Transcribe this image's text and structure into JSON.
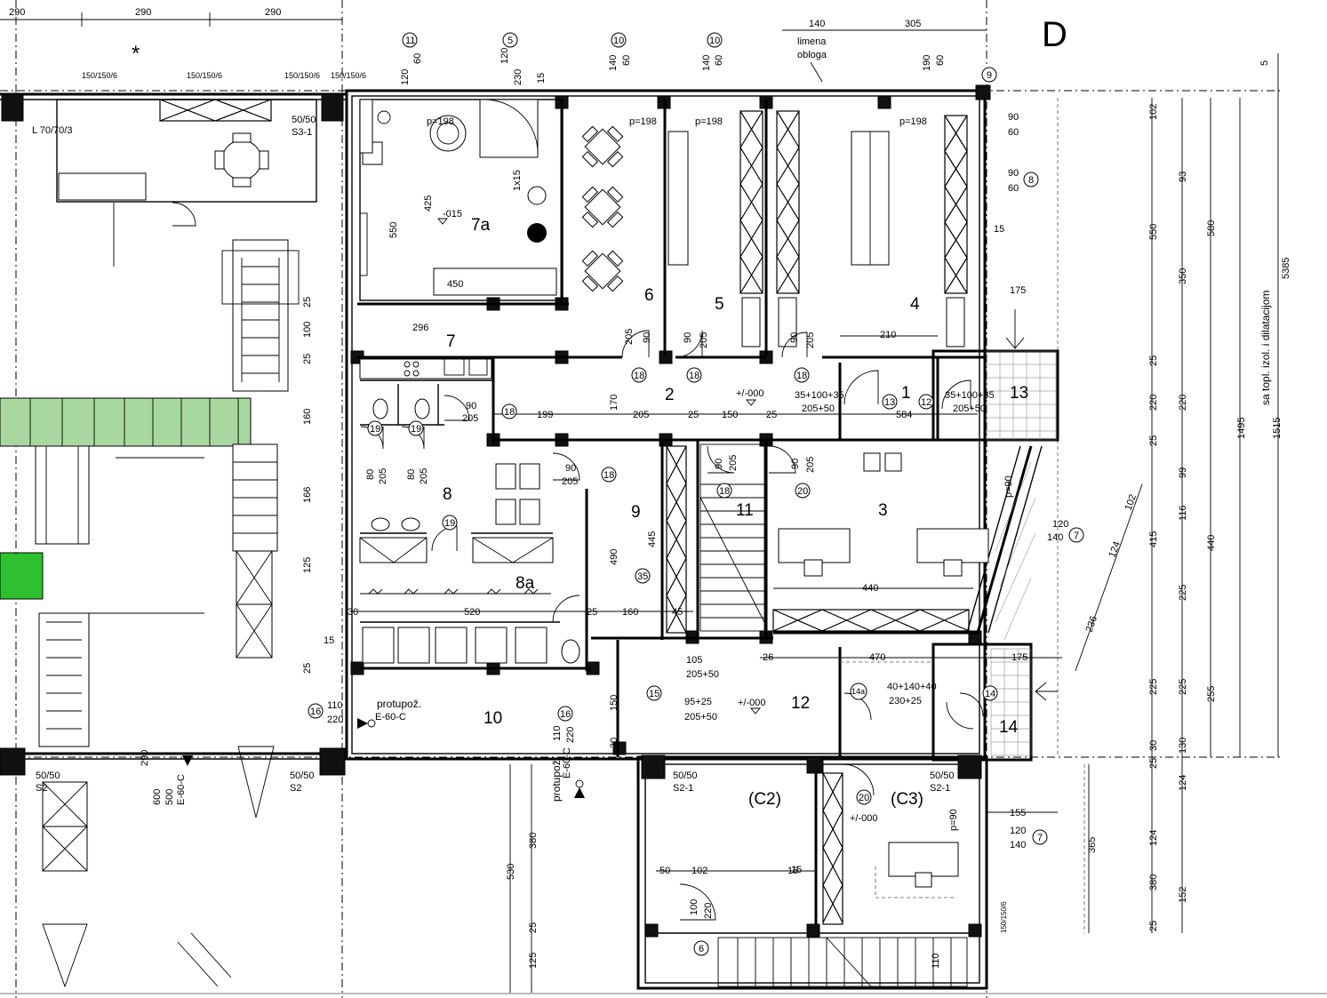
{
  "plan": {
    "axis_label": "D",
    "star_marker": "*",
    "rooms": [
      {
        "id": "r1",
        "label": "1"
      },
      {
        "id": "r2",
        "label": "2"
      },
      {
        "id": "r3",
        "label": "3"
      },
      {
        "id": "r4",
        "label": "4"
      },
      {
        "id": "r5",
        "label": "5"
      },
      {
        "id": "r6",
        "label": "6"
      },
      {
        "id": "r7",
        "label": "7"
      },
      {
        "id": "r7a",
        "label": "7a"
      },
      {
        "id": "r8",
        "label": "8"
      },
      {
        "id": "r8a",
        "label": "8a"
      },
      {
        "id": "r9",
        "label": "9"
      },
      {
        "id": "r10",
        "label": "10"
      },
      {
        "id": "r11",
        "label": "11"
      },
      {
        "id": "r12",
        "label": "12"
      },
      {
        "id": "r13",
        "label": "13"
      },
      {
        "id": "r14",
        "label": "14"
      },
      {
        "id": "rc2",
        "label": "(C2)"
      },
      {
        "id": "rc3",
        "label": "(C3)"
      }
    ],
    "annotations": [
      "limena",
      "obloga",
      "protupož.",
      "E-60-C",
      "protupož.",
      "E-60-C",
      "E-60-C",
      "L 70/70/3",
      "150/150/6",
      "150/150/6",
      "150/150/6",
      "150/150/6",
      "50/50",
      "S3-1",
      "50/50",
      "S2",
      "50/50",
      "S2",
      "50/50",
      "S2-1",
      "50/50",
      "S2-1",
      "p=198",
      "p=198",
      "p=198",
      "p=198",
      "p=90",
      "p=90",
      "sa topl. izol. i dilatacijom",
      "35+100+35",
      "205+50",
      "35+100+35",
      "205+50",
      "40+140+40",
      "230+25",
      "105",
      "205+50",
      "95+25",
      "205+50",
      "+/-000",
      "+/-000",
      "+/-000",
      "-015",
      "1x15"
    ],
    "dimensions": [
      "290",
      "290",
      "290",
      "140",
      "305",
      "5",
      "120",
      "60",
      "120",
      "230",
      "140",
      "60",
      "140",
      "60",
      "190",
      "60",
      "15",
      "425",
      "550",
      "450",
      "296",
      "102",
      "93",
      "580",
      "550",
      "350",
      "5385",
      "1495",
      "1515",
      "90",
      "60",
      "90",
      "60",
      "15",
      "175",
      "205",
      "90",
      "90",
      "205",
      "90",
      "205",
      "210",
      "170",
      "205",
      "25",
      "150",
      "25",
      "199",
      "584",
      "90",
      "205",
      "90",
      "205",
      "80",
      "205",
      "80",
      "205",
      "90",
      "205",
      "90",
      "205",
      "445",
      "490",
      "440",
      "25",
      "220",
      "220",
      "25",
      "99",
      "116",
      "415",
      "440",
      "225",
      "120",
      "140",
      "102",
      "124",
      "236",
      "30",
      "520",
      "25",
      "160",
      "45",
      "175",
      "26",
      "470",
      "15",
      "155",
      "25",
      "166",
      "125",
      "25",
      "100",
      "25",
      "160",
      "110",
      "220",
      "150",
      "30",
      "110",
      "220",
      "225",
      "225",
      "255",
      "30",
      "130",
      "124",
      "124",
      "152",
      "25",
      "600",
      "500",
      "290",
      "380",
      "530",
      "25",
      "125",
      "50",
      "102",
      "15",
      "100",
      "220",
      "110",
      "155",
      "120",
      "140",
      "365",
      "380",
      "25",
      "150/150/6",
      "151",
      "15"
    ],
    "markers": [
      "11",
      "5",
      "10",
      "10",
      "9",
      "8",
      "18",
      "18",
      "18",
      "18",
      "18",
      "18",
      "13",
      "12",
      "19",
      "19",
      "19",
      "20",
      "20",
      "35",
      "15",
      "16",
      "16",
      "14a",
      "14",
      "7",
      "7",
      "6"
    ]
  },
  "colors": {
    "green_panel": "#a8d8a0",
    "green_block": "#2ec02e"
  }
}
